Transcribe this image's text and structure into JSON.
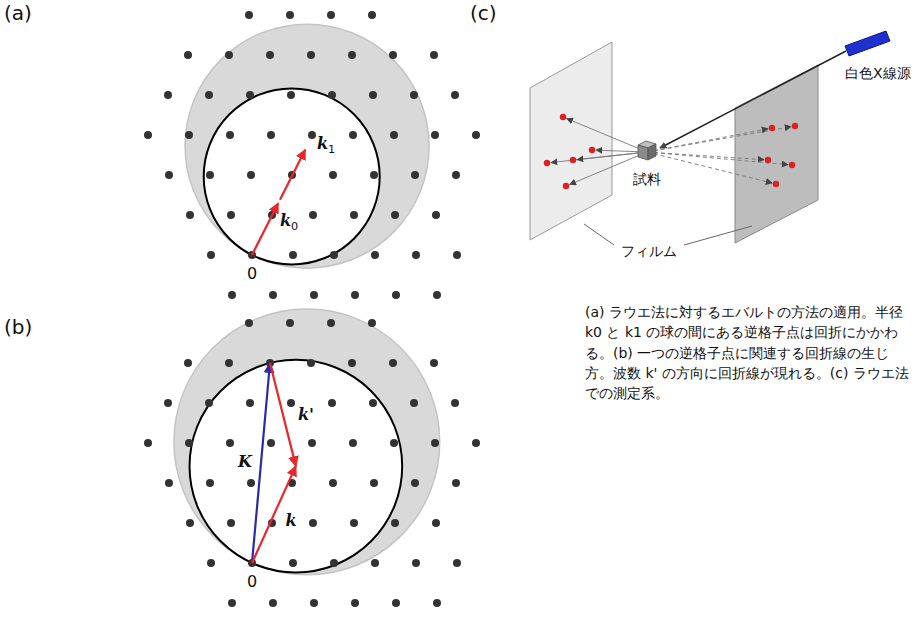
{
  "diagram": {
    "caption": "(a) ラウエ法に対するエバルトの方法の適用。半径 k0 と k1 の球の間にある逆格子点は回折にかかわる。(b) 一つの逆格子点に関連する回折線の生じ方。波数 k' の方向に回折線が現れる。(c) ラウエ法での測定系。",
    "labels": [
      "(a)",
      "(b)",
      "(c)",
      "k1",
      "k0",
      "0",
      "K",
      "k'",
      "k",
      "0",
      "白色X線源",
      "試料",
      "フィルム"
    ]
  }
}
